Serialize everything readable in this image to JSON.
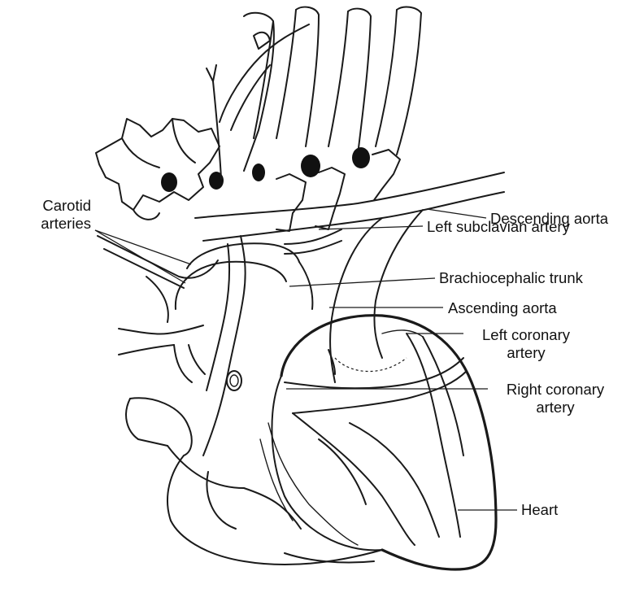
{
  "labels": {
    "carotid": [
      "Carotid",
      "arteries"
    ],
    "descending_aorta": "Descending aorta",
    "left_subclavian": "Left subclavian artery",
    "brachiocephalic": "Brachiocephalic trunk",
    "ascending_aorta": "Ascending aorta",
    "left_coronary": [
      "Left coronary",
      "artery"
    ],
    "right_coronary": [
      "Right coronary",
      "artery"
    ],
    "heart": "Heart"
  }
}
